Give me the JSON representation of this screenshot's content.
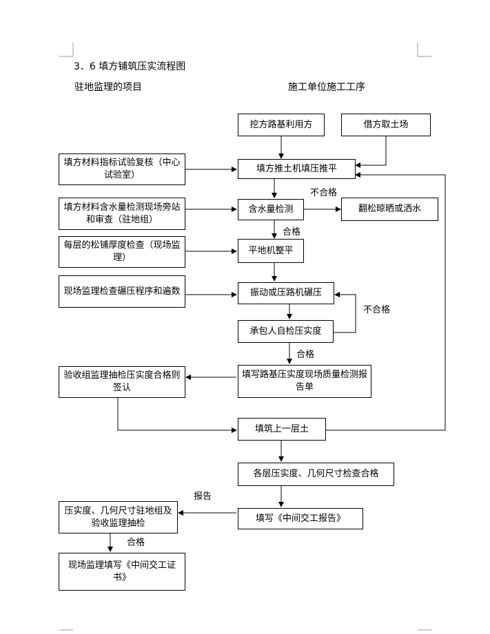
{
  "header": {
    "title": "3．6 填方铺筑压实流程图",
    "left_heading": "驻地监理的项目",
    "right_heading": "施工单位施工工序"
  },
  "process": {
    "dig": "挖方路基利用方",
    "borrow": "借方取土场",
    "fill_push": "填方推土机填压推平",
    "moisture": "含水量检测",
    "dry": "翻松晾晒或洒水",
    "grader": "平地机整平",
    "roll": "振动或压路机碾压",
    "self_check": "承包人自检压实度",
    "report": "填写路基压实度现场质量检测报告单",
    "next_layer": "填筑上一层土",
    "layers_ok": "各层压实度、几何尺寸检查合格",
    "interim": "填写《中间交工报告》"
  },
  "supervision": {
    "review": "填方材料指标试验复核（中心试验室）",
    "moisture_check": "填方材料含水量检测现场旁站和审查（驻地组）",
    "thickness": "每层的松铺厚度检查（现场监理）",
    "roll_check": "现场监理检查碾压程序和遍数",
    "sample": "验收组监理抽检压实度合格则签认",
    "spot_check": "压实度、几何尺寸驻地组及验收监理抽检",
    "certificate": "现场监理填写《中间交工证书》"
  },
  "labels": {
    "fail1": "不合格",
    "pass1": "合格",
    "fail2": "不合格",
    "pass2": "合格",
    "report": "报告",
    "pass3": "合格"
  }
}
